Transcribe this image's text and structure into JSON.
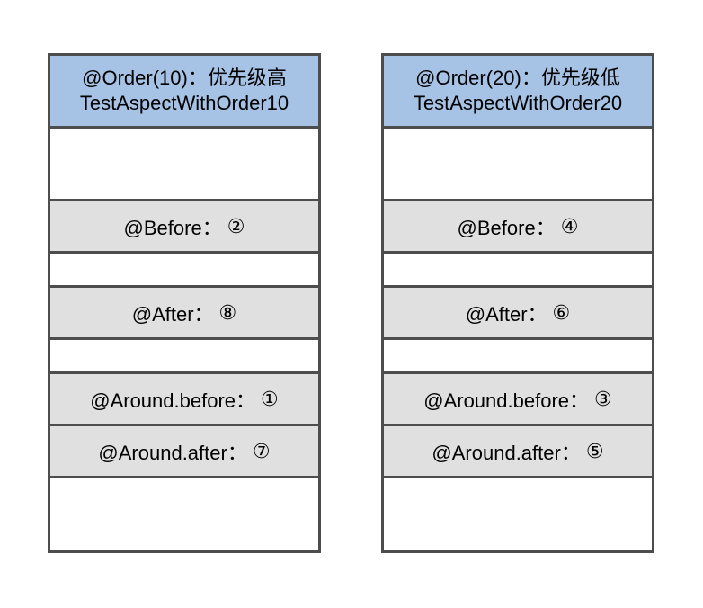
{
  "diagram": {
    "type": "aspect-order-execution-sequence",
    "colors": {
      "header_fill": "#a6c3e5",
      "advice_fill": "#e0e0e0",
      "empty_fill": "#ffffff",
      "border": "#4d4d4d",
      "text": "#000000"
    },
    "columns": [
      {
        "id": "aspect-order-10",
        "header": {
          "line1": "@Order(10)：优先级高",
          "line2": "TestAspectWithOrder10"
        },
        "rows": [
          {
            "kind": "header"
          },
          {
            "kind": "empty",
            "size": "tall"
          },
          {
            "kind": "advice",
            "label": "@Before：",
            "marker": "②"
          },
          {
            "kind": "empty",
            "size": "short"
          },
          {
            "kind": "advice",
            "label": "@After：",
            "marker": "⑧"
          },
          {
            "kind": "empty",
            "size": "short"
          },
          {
            "kind": "advice",
            "label": "@Around.before：",
            "marker": "①"
          },
          {
            "kind": "advice",
            "label": "@Around.after：",
            "marker": "⑦"
          },
          {
            "kind": "empty",
            "size": "foot"
          }
        ]
      },
      {
        "id": "aspect-order-20",
        "header": {
          "line1": "@Order(20)：优先级低",
          "line2": "TestAspectWithOrder20"
        },
        "rows": [
          {
            "kind": "header"
          },
          {
            "kind": "empty",
            "size": "tall"
          },
          {
            "kind": "advice",
            "label": "@Before：",
            "marker": "④"
          },
          {
            "kind": "empty",
            "size": "short"
          },
          {
            "kind": "advice",
            "label": "@After：",
            "marker": "⑥"
          },
          {
            "kind": "empty",
            "size": "short"
          },
          {
            "kind": "advice",
            "label": "@Around.before：",
            "marker": "③"
          },
          {
            "kind": "advice",
            "label": "@Around.after：",
            "marker": "⑤"
          },
          {
            "kind": "empty",
            "size": "foot"
          }
        ]
      }
    ]
  }
}
